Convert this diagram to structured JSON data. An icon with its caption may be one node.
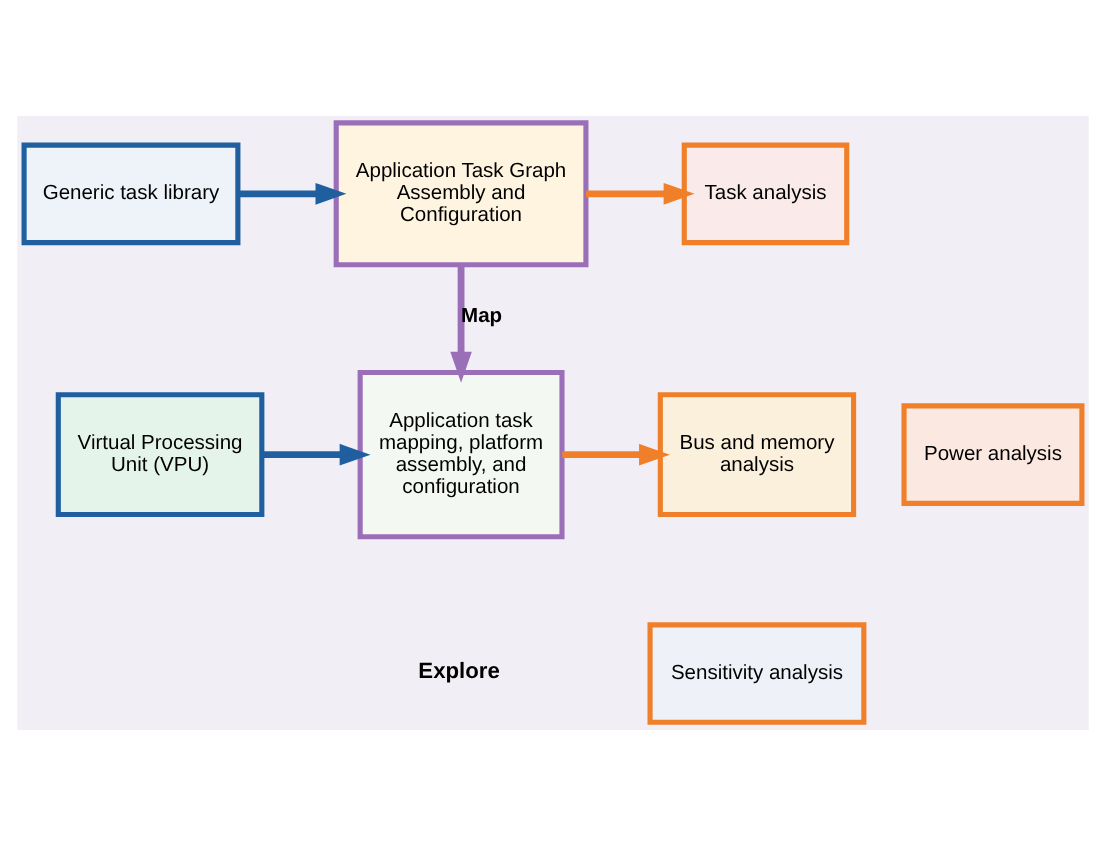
{
  "diagram": {
    "nodes": [
      {
        "text": [
          "Generic task library"
        ]
      },
      {
        "text": [
          "Application Task Graph Assembly and Configuration"
        ]
      },
      {
        "text": [
          "Task analysis"
        ]
      },
      {
        "text": [
          "Virtual Processing Unit (VPU)"
        ]
      },
      {
        "text": [
          "Application task mapping, platform assembly, and configuration"
        ]
      },
      {
        "text": [
          "Bus and memory analysis"
        ]
      },
      {
        "text": [
          "Power analysis"
        ]
      },
      {
        "text": [
          "Sensitivity analysis"
        ]
      }
    ],
    "edges": [
      {
        "from": 0,
        "to": 1,
        "arrow": "to",
        "color": "#1f5fa0"
      },
      {
        "from": 1,
        "to": 2,
        "arrow": "to",
        "color": "#f07f2a"
      },
      {
        "from": 1,
        "to": 4,
        "arrow": "to",
        "label": "Map",
        "color": "#9b6fb8"
      },
      {
        "from": 3,
        "to": 4,
        "arrow": "to",
        "color": "#1f5fa0"
      },
      {
        "from": 4,
        "to": 5,
        "arrow": "to",
        "color": "#f07f2a"
      }
    ],
    "labels": [
      "Explore"
    ]
  }
}
